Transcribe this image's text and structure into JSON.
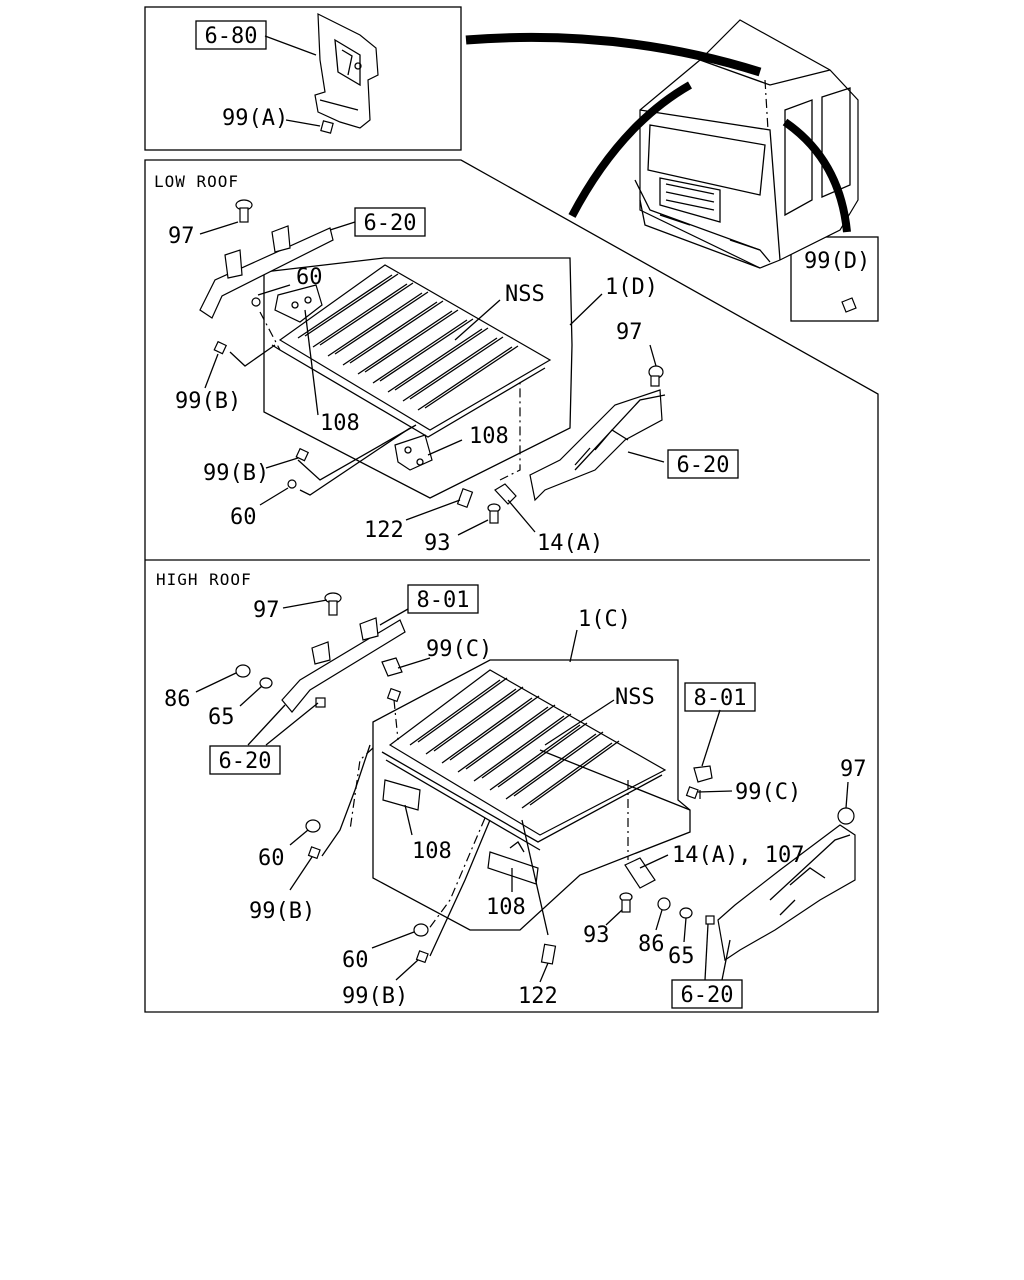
{
  "sections": {
    "low_roof": "LOW ROOF",
    "high_roof": "HIGH ROOF"
  },
  "refs": {
    "r680": "6-80",
    "r620a": "6-20",
    "r620b": "6-20",
    "r620c": "6-20",
    "r620d": "6-20",
    "r801a": "8-01",
    "r801b": "8-01"
  },
  "labels": {
    "top_99a": "99(A)",
    "top_99d": "99(D)",
    "low_97a": "97",
    "low_60a": "60",
    "low_nss": "NSS",
    "low_1d": "1(D)",
    "low_97b": "97",
    "low_99b1": "99(B)",
    "low_108a": "108",
    "low_108b": "108",
    "low_99b2": "99(B)",
    "low_60b": "60",
    "low_122": "122",
    "low_93": "93",
    "low_14a": "14(A)",
    "high_97a": "97",
    "high_99c1": "99(C)",
    "high_1c": "1(C)",
    "high_86a": "86",
    "high_65a": "65",
    "high_nss": "NSS",
    "high_99c2": "99(C)",
    "high_97b": "97",
    "high_60a": "60",
    "high_108a": "108",
    "high_14a107": "14(A), 107",
    "high_99b1": "99(B)",
    "high_108b": "108",
    "high_93": "93",
    "high_86b": "86",
    "high_65b": "65",
    "high_60b": "60",
    "high_99b2": "99(B)",
    "high_122": "122"
  }
}
